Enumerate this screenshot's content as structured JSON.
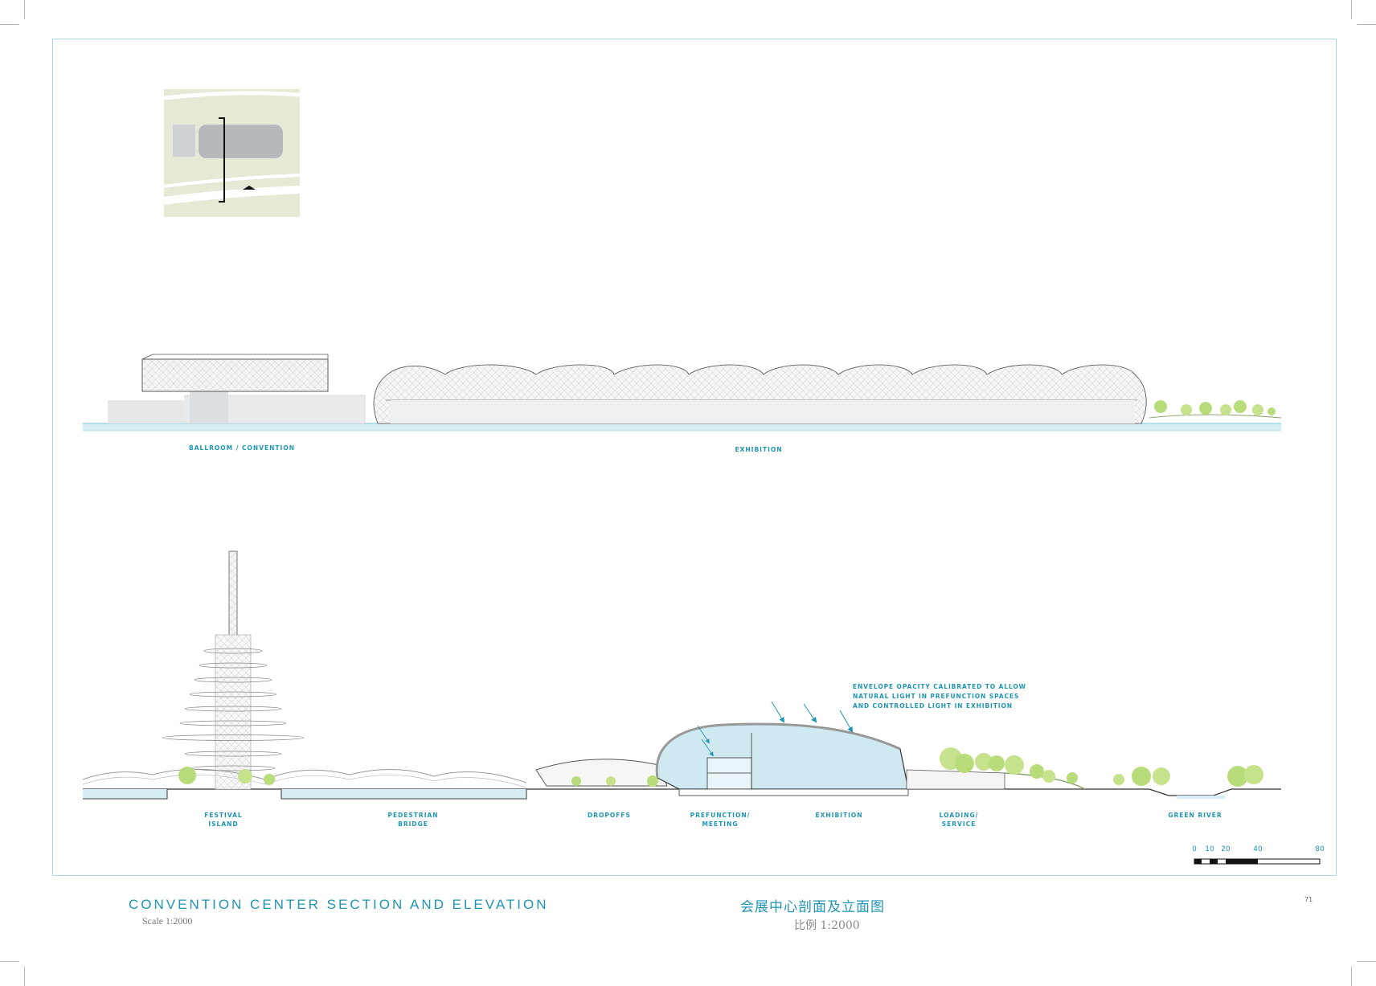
{
  "title_en": "CONVENTION CENTER SECTION AND ELEVATION",
  "scale_en": "Scale 1:2000",
  "title_cn": "会展中心剖面及立面图",
  "scale_cn": "比例 1:2000",
  "page_number": "71",
  "elevation_labels": {
    "ballroom": "BALLROOM / CONVENTION",
    "exhibition": "EXHIBITION"
  },
  "section_labels": {
    "festival_island": "FESTIVAL\nISLAND",
    "pedestrian_bridge": "PEDESTRIAN\nBRIDGE",
    "dropoffs": "DROPOFFS",
    "prefunction": "PREFUNCTION/\nMEETING",
    "exhibition": "EXHIBITION",
    "loading": "LOADING/\nSERVICE",
    "green_river": "GREEN RIVER"
  },
  "annotation": "ENVELOPE OPACITY CALIBRATED TO ALLOW\nNATURAL LIGHT IN PREFUNCTION SPACES\nAND CONTROLLED LIGHT IN EXHIBITION",
  "scale_bar_ticks": [
    "0",
    "10",
    "20",
    "40",
    "80"
  ],
  "colors": {
    "accent": "#1f95b2",
    "water": "#d6eef3",
    "glass": "#cfe9f1",
    "tree": "#b8dc7a",
    "site_green": "#e4ead5"
  }
}
